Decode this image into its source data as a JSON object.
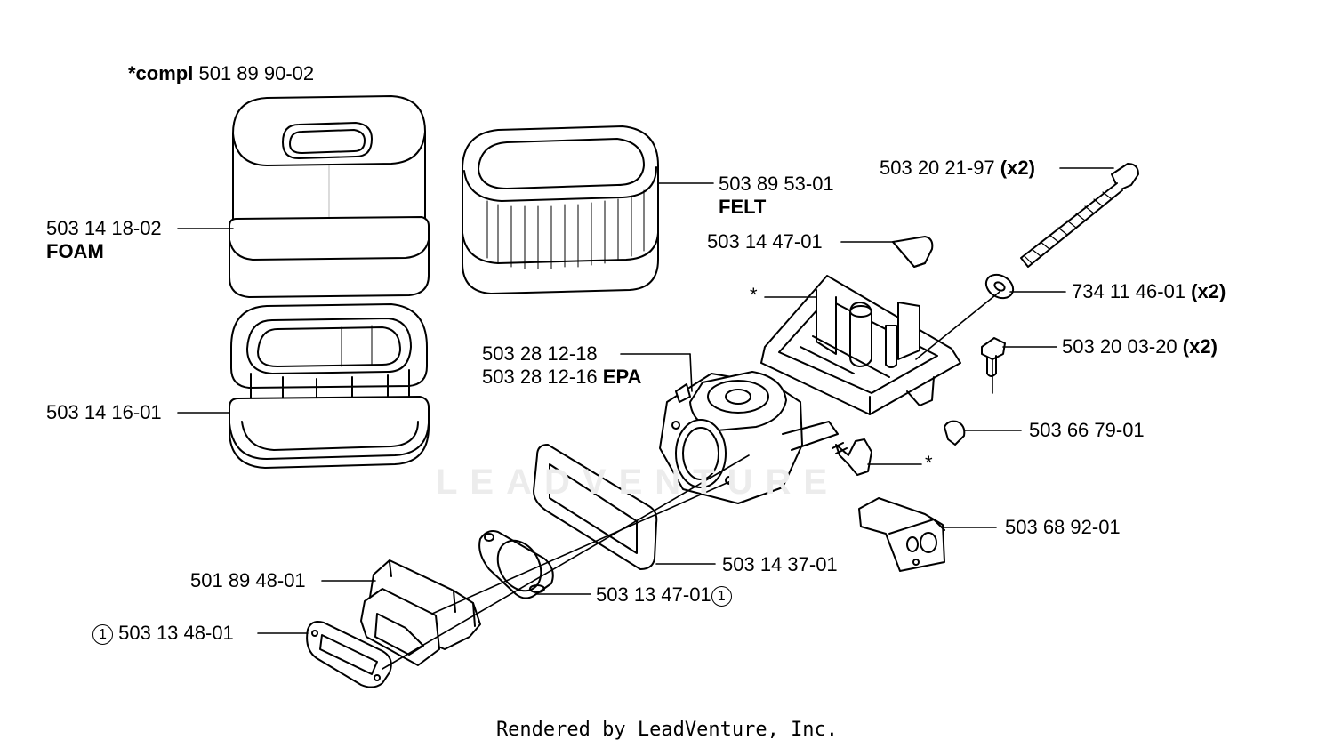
{
  "header": {
    "compl_prefix": "*compl",
    "compl_part": "501 89 90-02"
  },
  "parts": {
    "foam_filter": {
      "number": "503 14 18-02",
      "name": "FOAM"
    },
    "felt_filter": {
      "number": "503 89 53-01",
      "name": "FELT"
    },
    "filter_holder": {
      "number": "503 14 16-01"
    },
    "screw": {
      "number": "503 20 21-97",
      "qty": "(x2)"
    },
    "pad": {
      "number": "503 14 47-01"
    },
    "washer": {
      "number": "734 11 46-01",
      "qty": "(x2)"
    },
    "bolt": {
      "number": "503 20 03-20",
      "qty": "(x2)"
    },
    "base_asterisk": {
      "mark": "*"
    },
    "carburetor": {
      "number": "503 28 12-18",
      "alt_number": "503 28 12-16",
      "alt_tag": "EPA"
    },
    "plug": {
      "number": "503 66 79-01"
    },
    "nipple_asterisk": {
      "mark": "*"
    },
    "valve": {
      "number": "503 68 92-01"
    },
    "intake_gasket": {
      "number": "503 14 37-01"
    },
    "gasket_ring": {
      "number": "503 13 47-01",
      "ref": "1"
    },
    "intake_adapter": {
      "number": "501 89 48-01"
    },
    "adapter_gasket": {
      "number": "503 13 48-01",
      "ref": "1"
    }
  },
  "watermark": "LEADVENTURE",
  "footer": "Rendered by LeadVenture, Inc."
}
